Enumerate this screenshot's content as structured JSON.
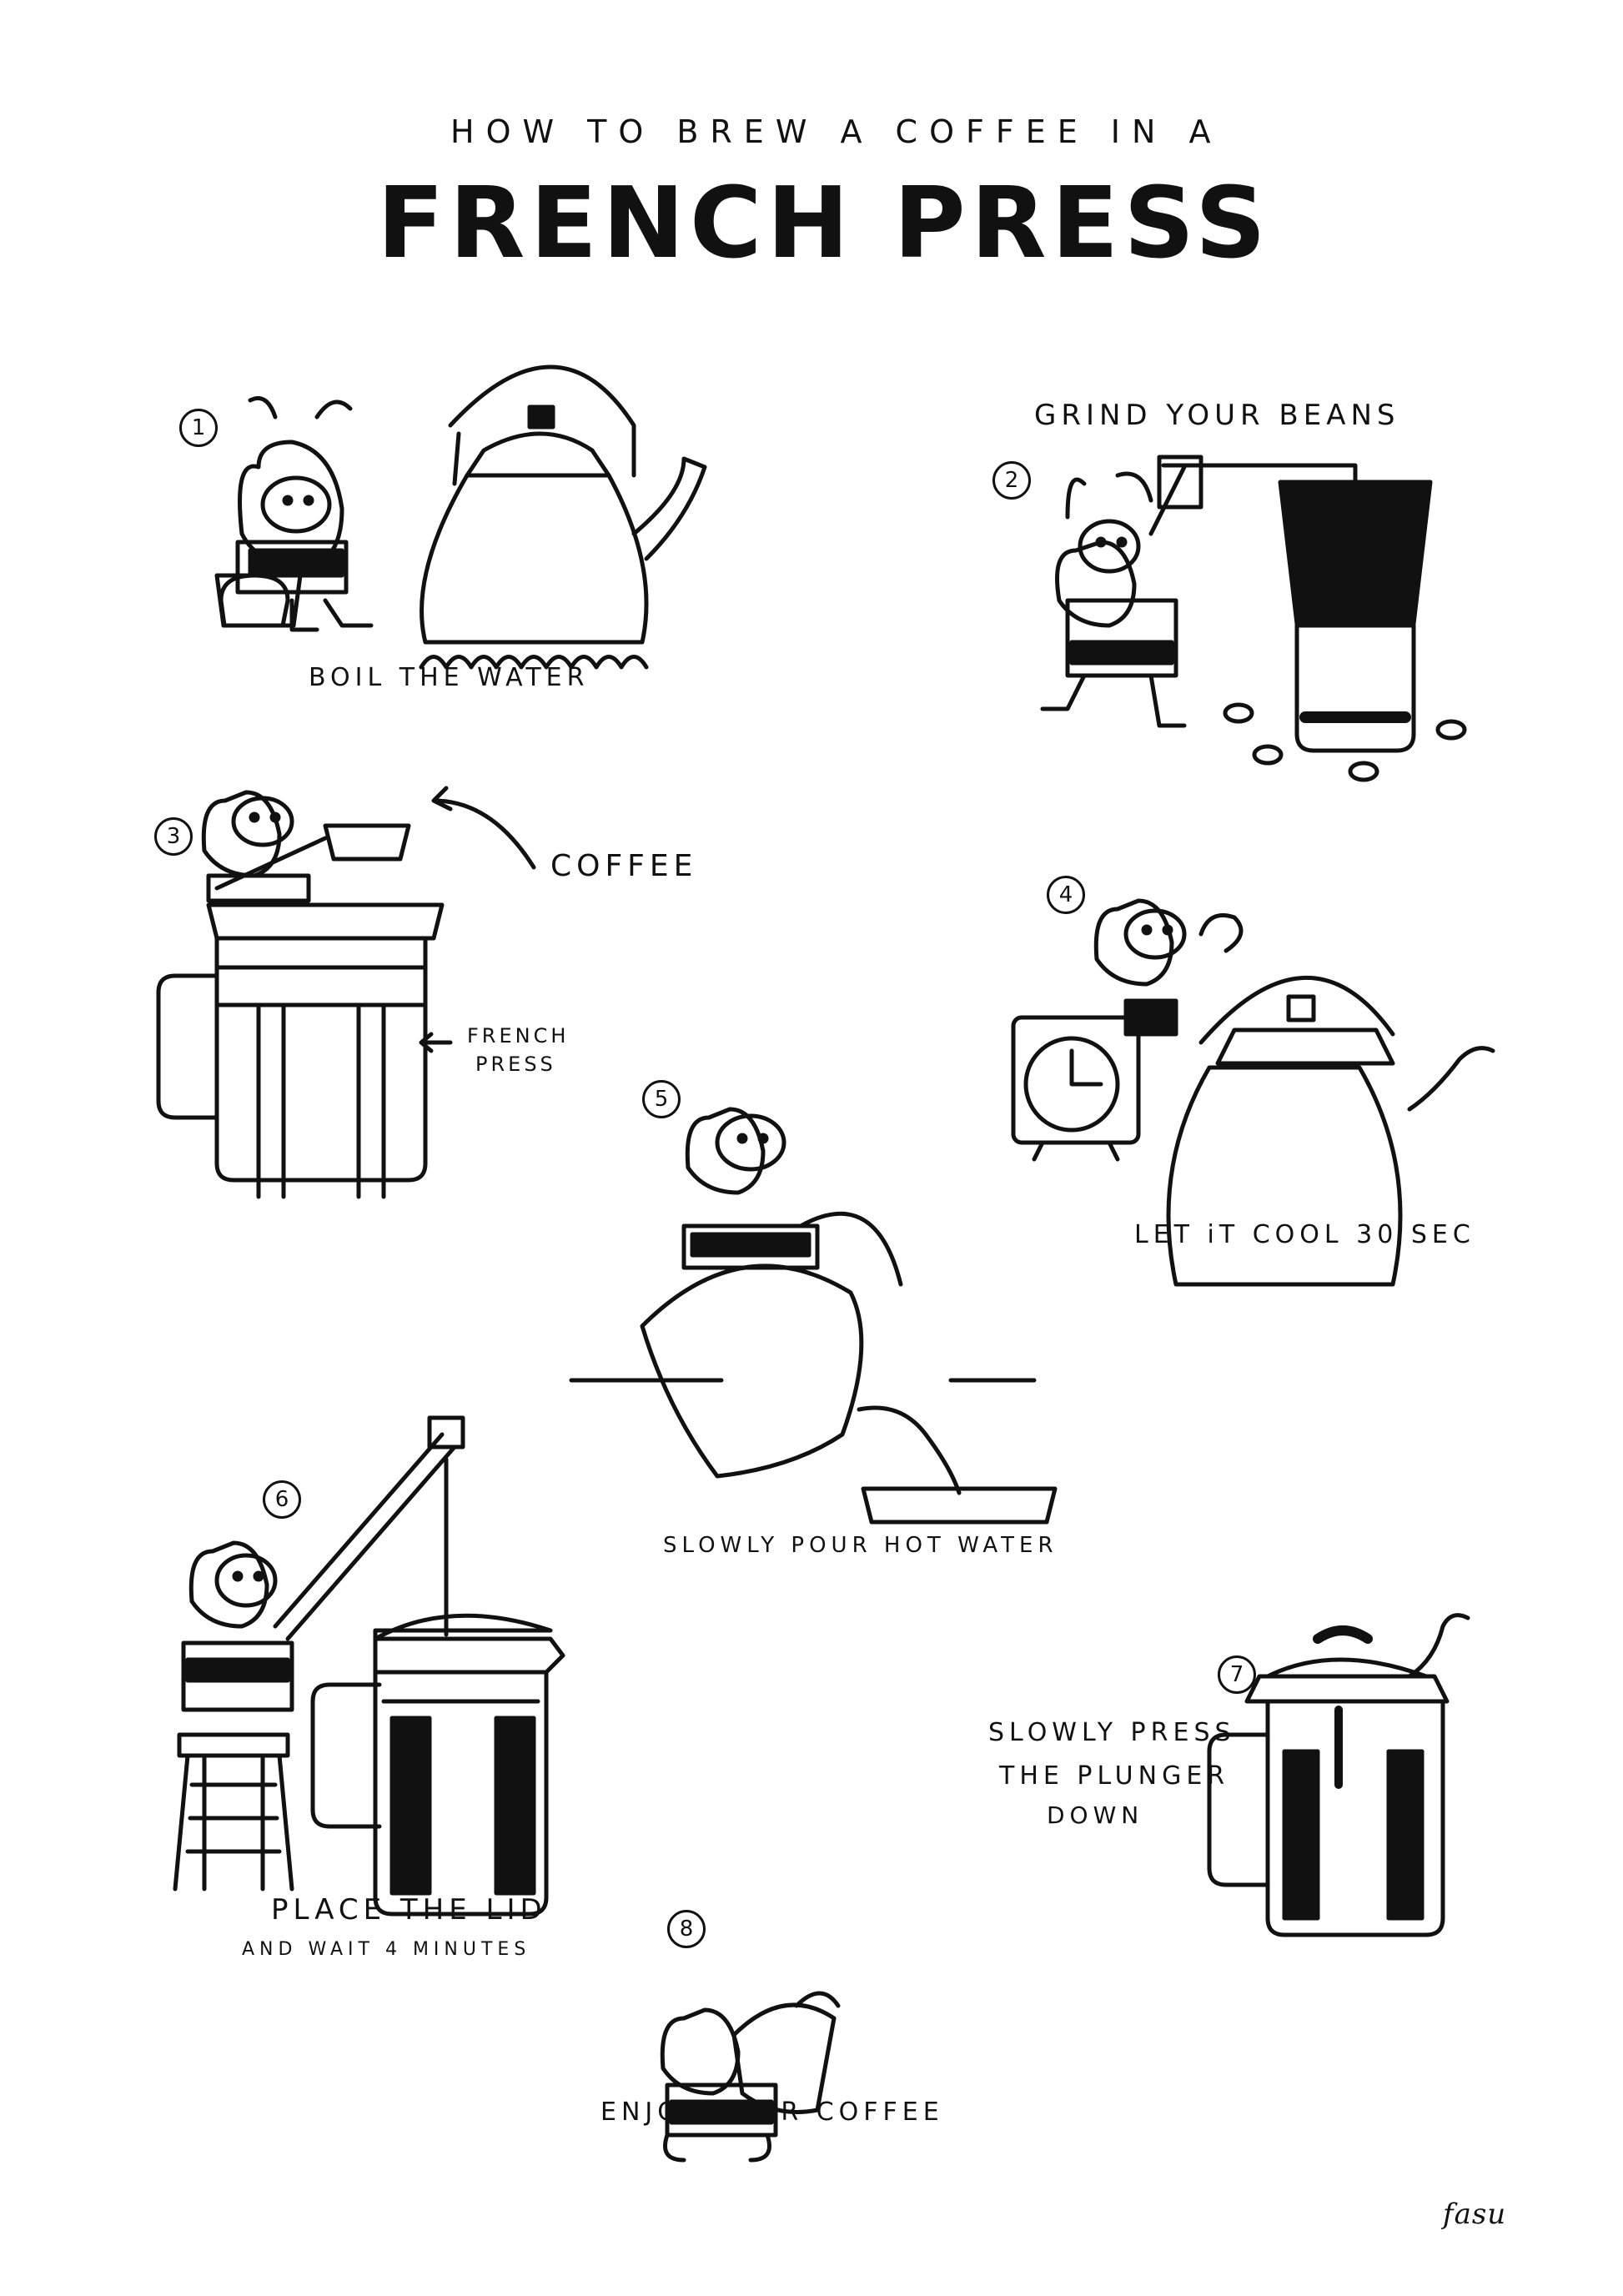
{
  "header": {
    "subtitle": "HOW TO BREW A COFFEE IN A",
    "title": "FRENCH PRESS"
  },
  "steps": [
    {
      "number": "1",
      "caption": "BOIL THE WATER"
    },
    {
      "number": "2",
      "caption": "GRIND YOUR BEANS"
    },
    {
      "number": "3",
      "label_coffee": "COFFEE",
      "label_press": [
        "FRENCH",
        "PRESS"
      ]
    },
    {
      "number": "4",
      "caption": "LET iT COOL 30 SEC"
    },
    {
      "number": "5",
      "caption": "SLOWLY POUR HOT WATER"
    },
    {
      "number": "6",
      "caption_line1": "PLACE THE LID",
      "caption_line2": "AND WAIT 4 MINUTES"
    },
    {
      "number": "7",
      "caption_lines": [
        "SLOWLY PRESS",
        "THE PLUNGER",
        "DOWN"
      ]
    },
    {
      "number": "8",
      "caption": "ENJOY YOUR COFFEE"
    }
  ],
  "signature": "fasu",
  "colors": {
    "ink": "#111111",
    "paper": "#ffffff"
  },
  "icons": [
    "cow-icon",
    "kettle-icon",
    "grinder-icon",
    "french-press-icon",
    "clock-icon",
    "stool-icon",
    "mug-icon",
    "flame-icon",
    "coffee-bean-icon",
    "arrow-icon"
  ]
}
